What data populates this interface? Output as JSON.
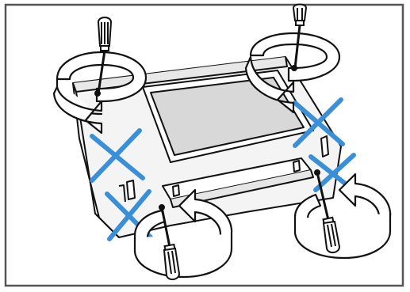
{
  "illustration": {
    "subject": "appliance-panel-screw-removal",
    "screw_count": 4,
    "rotation_direction": "counterclockwise",
    "icons": [
      "screwdriver-icon",
      "rotation-arrow-icon",
      "cross-mark-icon"
    ]
  },
  "colors": {
    "frame_border": "#555555",
    "outline": "#111111",
    "panel_fill": "#f2f2f2",
    "window_fill": "#d7d7d7",
    "cross_mark": "#3a8fd6",
    "arrow_fill": "#ffffff"
  }
}
